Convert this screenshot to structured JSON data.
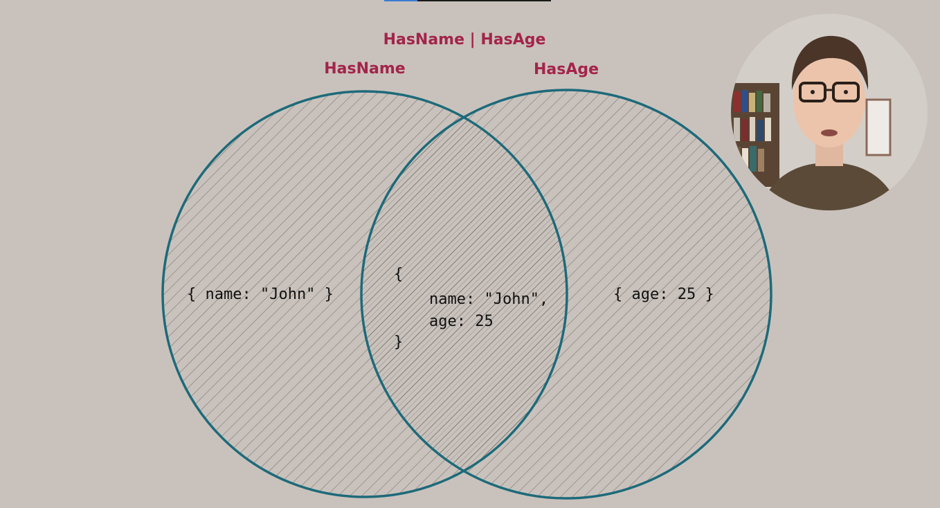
{
  "diagram": {
    "title": "HasName | HasAge",
    "left_set_label": "HasName",
    "right_set_label": "HasAge",
    "left_only": {
      "text": "{ name: \"John\" }"
    },
    "intersection": {
      "open_brace": "{",
      "line1": "name: \"John\",",
      "line2": "age: 25",
      "close_brace": "}"
    },
    "right_only": {
      "text": "{ age: 25 }"
    }
  },
  "video": {
    "progress_fraction": 0.2
  },
  "colors": {
    "background": "#c9c2bc",
    "circle_stroke": "#1d6a7a",
    "label": "#a3244a",
    "hatch": "#7a7470",
    "text": "#111111"
  }
}
